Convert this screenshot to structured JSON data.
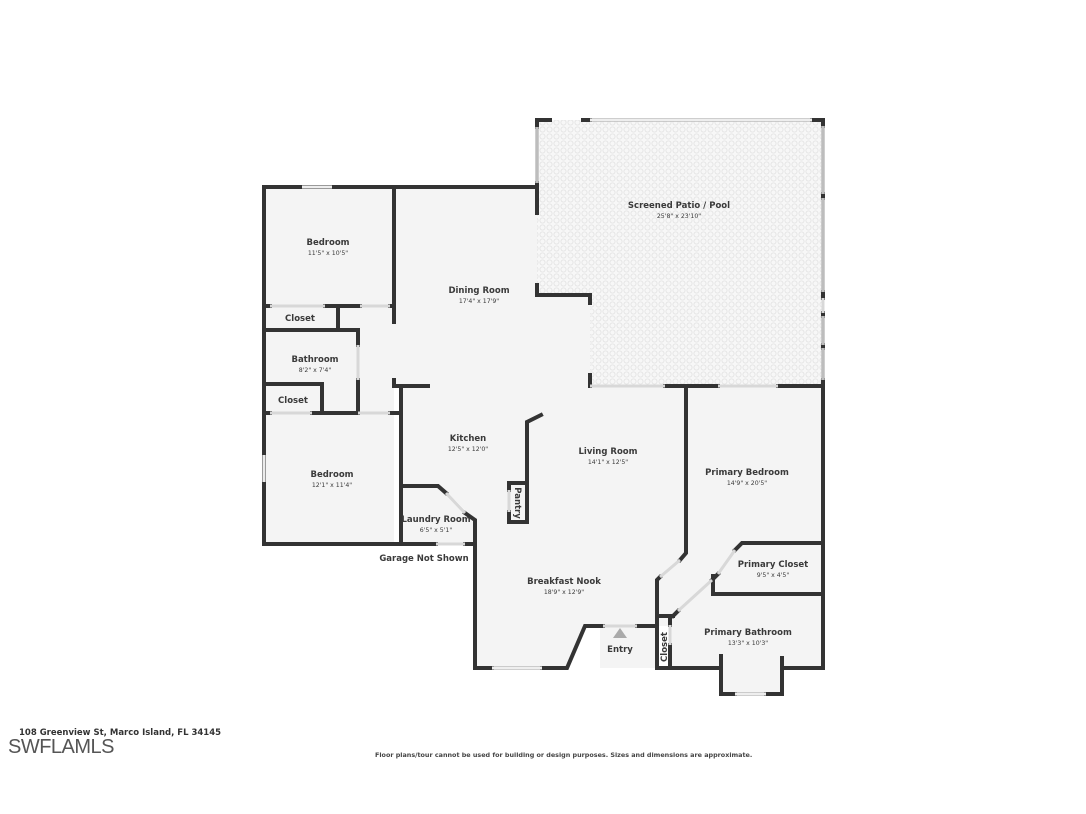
{
  "plan": {
    "colors": {
      "wall": "#333333",
      "floor": "#f4f4f4",
      "patio_tile": "#ececec",
      "window": "#bdbdbd",
      "text": "#3a3a3a",
      "entry_arrow": "#aaaaaa"
    },
    "rooms": [
      {
        "id": "bedroom-2",
        "name": "Bedroom",
        "dims": "11'5\" x 10'5\""
      },
      {
        "id": "closet-1",
        "name": "Closet",
        "dims": ""
      },
      {
        "id": "bathroom",
        "name": "Bathroom",
        "dims": "8'2\" x 7'4\""
      },
      {
        "id": "closet-2",
        "name": "Closet",
        "dims": ""
      },
      {
        "id": "bedroom-3",
        "name": "Bedroom",
        "dims": "12'1\" x 11'4\""
      },
      {
        "id": "dining-room",
        "name": "Dining Room",
        "dims": "17'4\" x 17'9\""
      },
      {
        "id": "screened-patio",
        "name": "Screened Patio / Pool",
        "dims": "25'8\" x 23'10\""
      },
      {
        "id": "kitchen",
        "name": "Kitchen",
        "dims": "12'5\" x 12'0\""
      },
      {
        "id": "pantry",
        "name": "Pantry",
        "dims": ""
      },
      {
        "id": "laundry-room",
        "name": "Laundry Room",
        "dims": "6'5\" x 5'1\""
      },
      {
        "id": "living-room",
        "name": "Living Room",
        "dims": "14'1\" x 12'5\""
      },
      {
        "id": "primary-bedroom",
        "name": "Primary Bedroom",
        "dims": "14'9\" x 20'5\""
      },
      {
        "id": "primary-closet",
        "name": "Primary Closet",
        "dims": "9'5\" x 4'5\""
      },
      {
        "id": "breakfast-nook",
        "name": "Breakfast Nook",
        "dims": "18'9\" x 12'9\""
      },
      {
        "id": "primary-bathroom",
        "name": "Primary Bathroom",
        "dims": "13'3\" x 10'3\""
      },
      {
        "id": "closet-3",
        "name": "Closet",
        "dims": ""
      }
    ],
    "notes": {
      "garage": "Garage Not Shown",
      "entry": "Entry"
    }
  },
  "footer": {
    "address": "108 Greenview St, Marco Island, FL 34145",
    "brand": "SWFLAMLS",
    "disclaimer": "Floor plans/tour cannot be used for building or design purposes. Sizes and dimensions are approximate."
  }
}
